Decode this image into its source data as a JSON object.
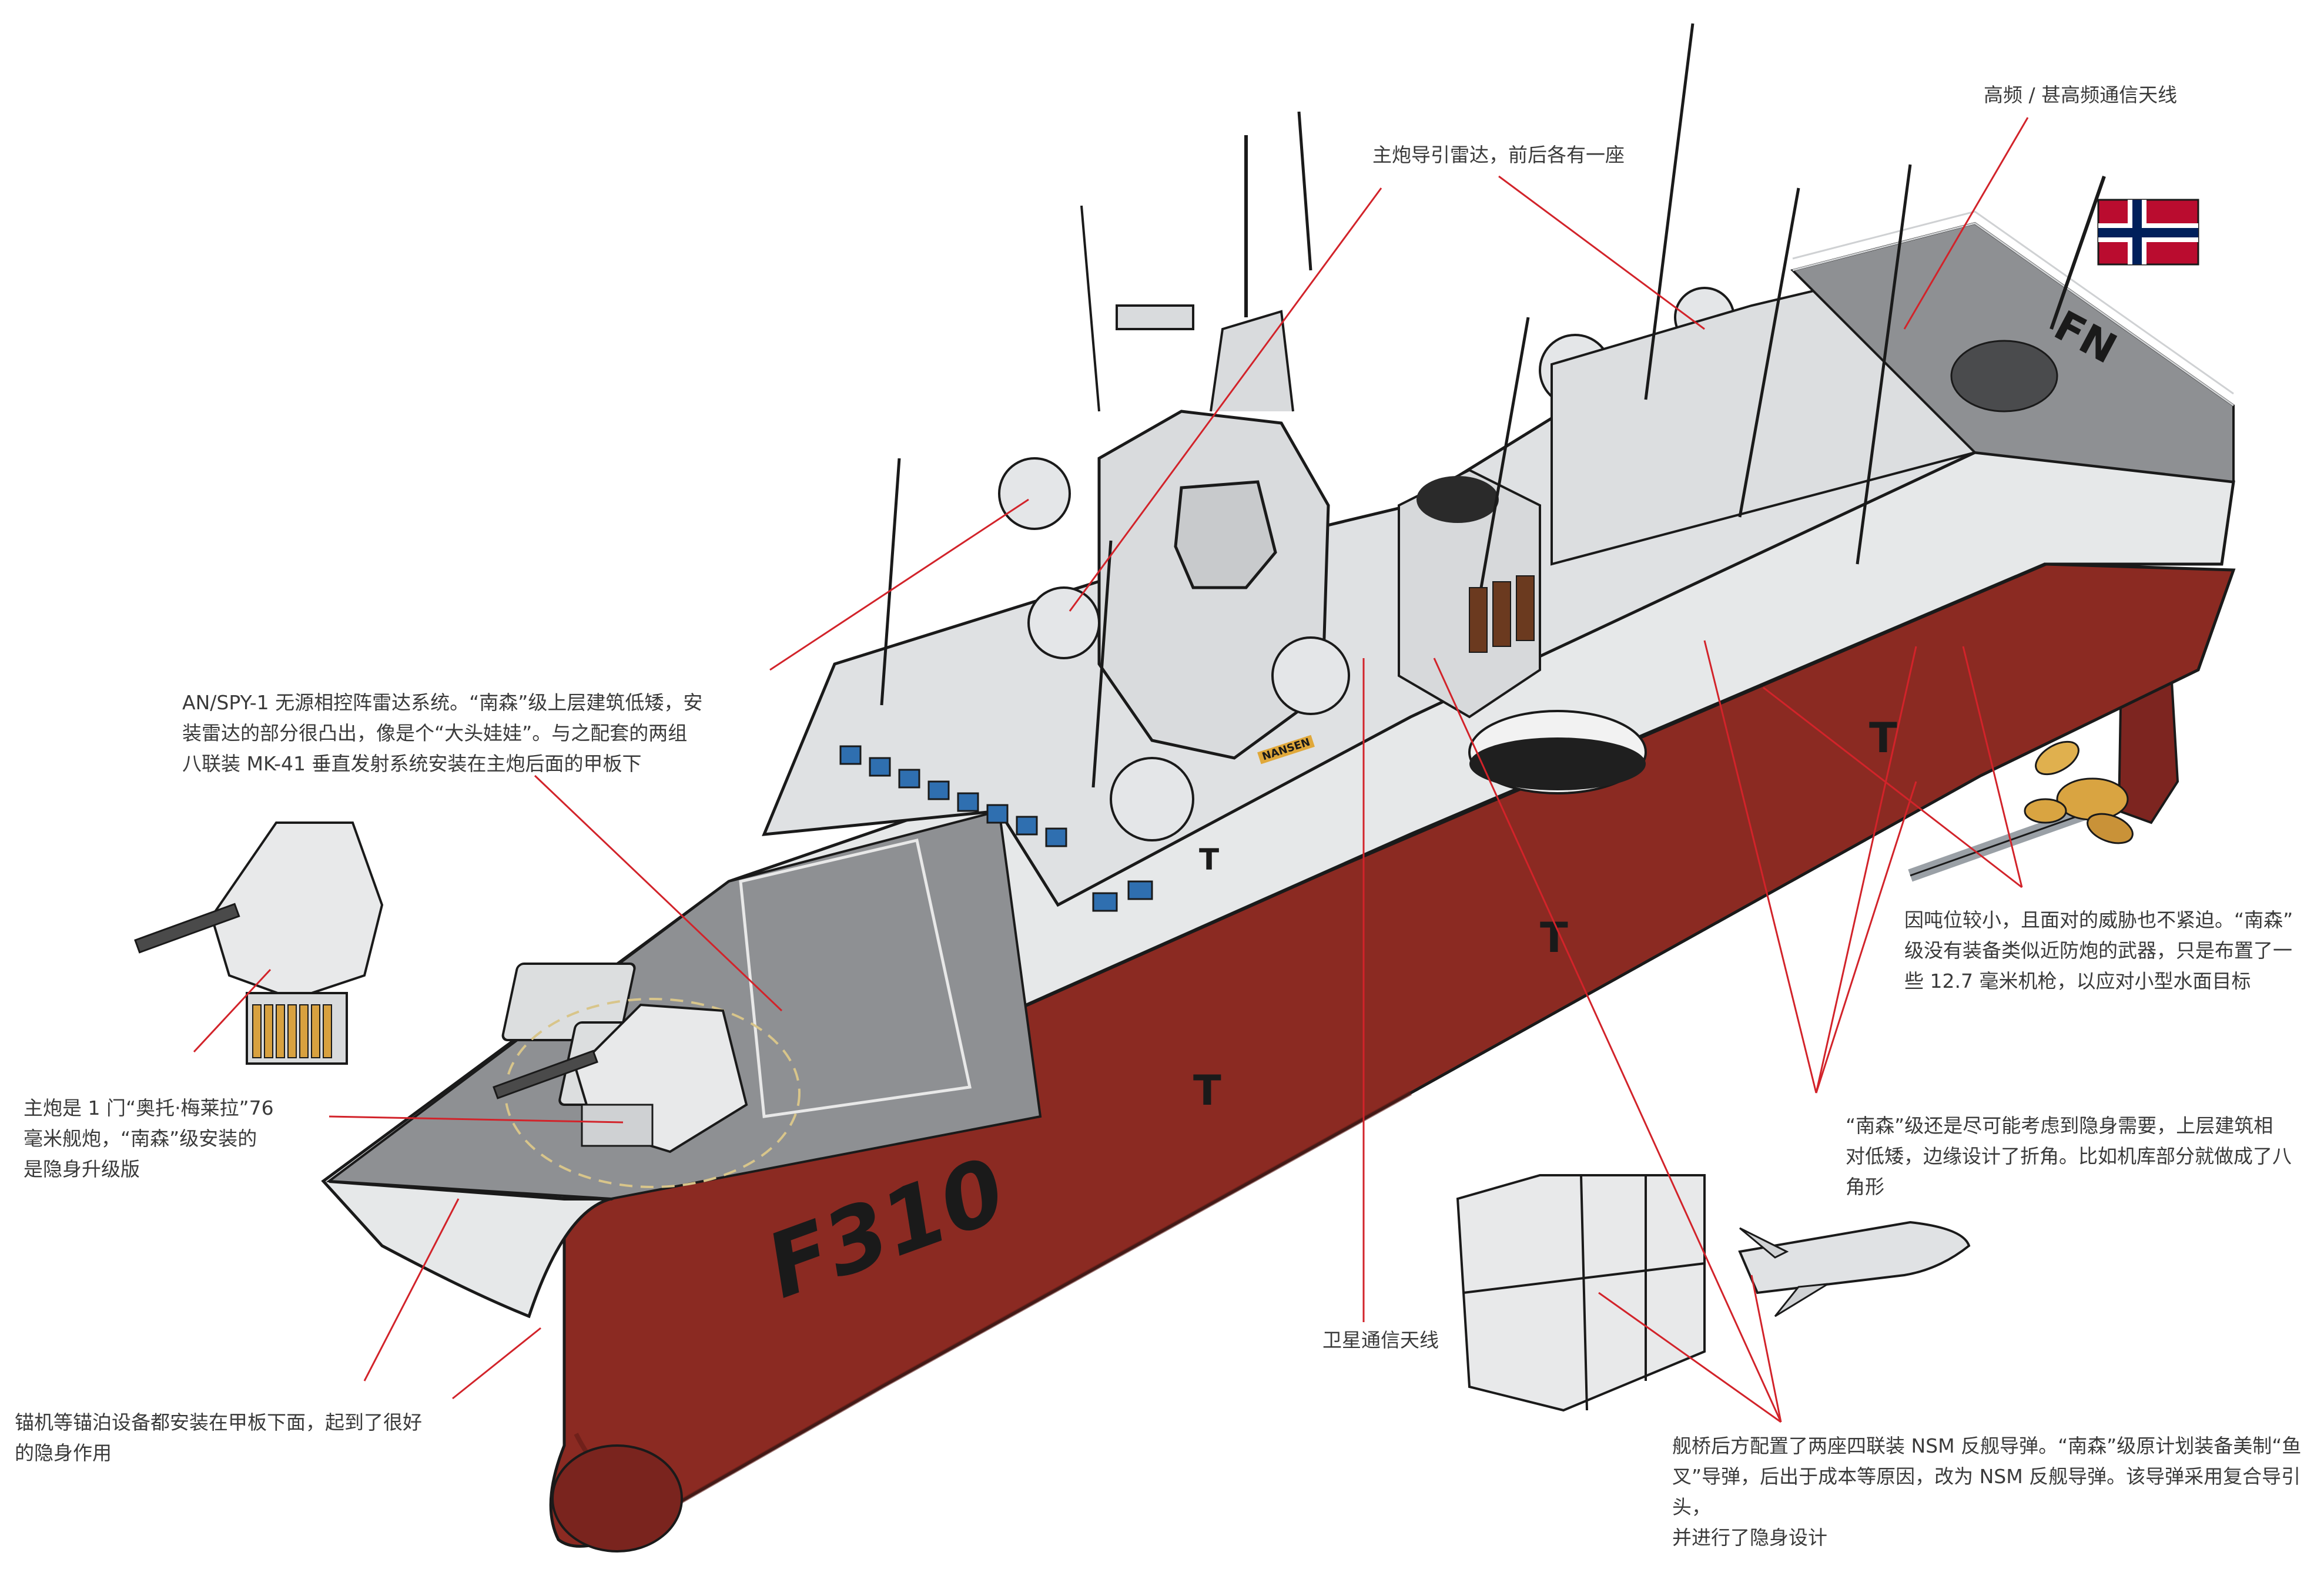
{
  "hull_number": "F310",
  "name_plate": "NANSEN",
  "deck_marking": "FN",
  "colors": {
    "hull_upper": "#e6e8e9",
    "hull_lower": "#8b2a22",
    "deck": "#8e9093",
    "leader": "#d2232a",
    "flag_red": "#ba0c2f",
    "flag_blue": "#00205b"
  },
  "annotations": {
    "hf_vhf_antenna": "高频 / 甚高频通信天线",
    "gun_radar": "主炮导引雷达，前后各有一座",
    "spy1": [
      "AN/SPY-1 无源相控阵雷达系统。“南森”级上层建筑低矮，安",
      "装雷达的部分很凸出，像是个“大头娃娃”。与之配套的两组",
      "八联装 MK-41 垂直发射系统安装在主炮后面的甲板下"
    ],
    "main_gun": [
      "主炮是 1 门“奥托·梅莱拉”76",
      "毫米舰炮，“南森”级安装的",
      "是隐身升级版"
    ],
    "anchor": [
      "锚机等锚泊设备都安装在甲板下面，起到了很好",
      "的隐身作用"
    ],
    "satcom": "卫星通信天线",
    "machine_gun": [
      "因吨位较小，且面对的威胁也不紧迫。“南森”",
      "级没有装备类似近防炮的武器，只是布置了一",
      "些 12.7 毫米机枪，以应对小型水面目标"
    ],
    "stealth": [
      "“南森”级还是尽可能考虑到隐身需要，上层建筑相",
      "对低矮，边缘设计了折角。比如机库部分就做成了八",
      "角形"
    ],
    "nsm": [
      "舰桥后方配置了两座四联装 NSM 反舰导弹。“南森”级原计划装备美制“鱼",
      "叉”导弹，后出于成本等原因，改为 NSM 反舰导弹。该导弹采用复合导引头，",
      "并进行了隐身设计"
    ]
  }
}
